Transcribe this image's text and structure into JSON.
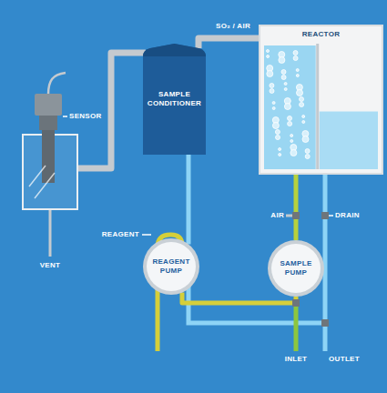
{
  "diagram": {
    "nodes": [
      {
        "text": [
          "SAMPLE CONDITIONER"
        ]
      },
      {
        "text": [
          "REACTOR"
        ]
      },
      {
        "text": [
          "REAGENT PUMP"
        ]
      },
      {
        "text": [
          "SAMPLE PUMP"
        ]
      }
    ],
    "edges": [
      {
        "from": 1,
        "to": 0,
        "arrow": "none",
        "label": "SO₂ / AIR"
      },
      {
        "from": 0,
        "to": 2,
        "arrow": "none"
      },
      {
        "from": 2,
        "to": 3,
        "arrow": "none"
      },
      {
        "from": 3,
        "to": 1,
        "arrow": "none"
      }
    ],
    "labels": [
      "SENSOR",
      "VENT",
      "REAGENT",
      "AIR",
      "DRAIN",
      "INLET",
      "OUTLET"
    ]
  }
}
